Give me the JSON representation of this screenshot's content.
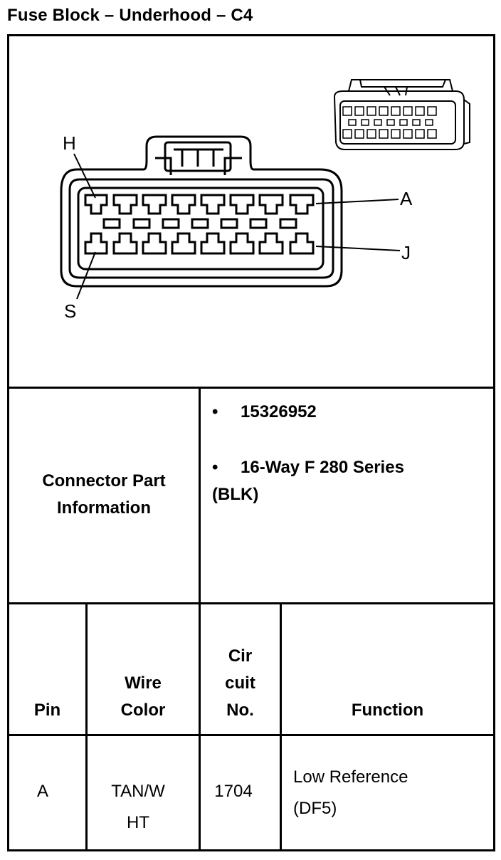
{
  "title": "Fuse Block – Underhood – C4",
  "diagram": {
    "labels": {
      "H": "H",
      "A": "A",
      "J": "J",
      "S": "S"
    }
  },
  "connector_info": {
    "heading_line1": "Connector Part",
    "heading_line2": "Information",
    "bullet": "•",
    "items": [
      {
        "line1": "15326952"
      },
      {
        "line1": "16-Way F 280 Series",
        "line2": "(BLK)"
      }
    ]
  },
  "table": {
    "headers": {
      "pin": "Pin",
      "wire_color_1": "Wire",
      "wire_color_2": "Color",
      "circuit_1": "Cir",
      "circuit_2": "cuit",
      "circuit_3": "No.",
      "function": "Function"
    },
    "rows": [
      {
        "pin": "A",
        "wire_color_1": "TAN/W",
        "wire_color_2": "HT",
        "circuit": "1704",
        "function_1": "Low Reference",
        "function_2": "(DF5)"
      }
    ]
  }
}
